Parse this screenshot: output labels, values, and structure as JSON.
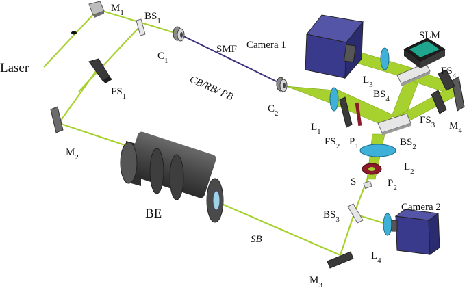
{
  "colors": {
    "beam": "#a6d12f",
    "beam_dark": "#7ea51c",
    "fiber": "#3d2f7a",
    "camera_body": "#3a3a8c",
    "camera_face": "#2a2a66",
    "lens": "#3fb0d8",
    "mirror_gray": "#7d7d7d",
    "polarizer": "#8b1a2b",
    "slm_screen": "#1fa58e"
  },
  "labels": {
    "laser": "Laser",
    "m1": {
      "base": "M",
      "sub": "1"
    },
    "m2": {
      "base": "M",
      "sub": "2"
    },
    "m3": {
      "base": "M",
      "sub": "3"
    },
    "m4": {
      "base": "M",
      "sub": "4"
    },
    "bs1": {
      "base": "BS",
      "sub": "1"
    },
    "bs2": {
      "base": "BS",
      "sub": "2"
    },
    "bs3": {
      "base": "BS",
      "sub": "3"
    },
    "bs4": {
      "base": "BS",
      "sub": "4"
    },
    "fs1": {
      "base": "FS",
      "sub": "1"
    },
    "fs2": {
      "base": "FS",
      "sub": "2"
    },
    "fs3": {
      "base": "FS",
      "sub": "3"
    },
    "fs4": {
      "base": "FS",
      "sub": "4"
    },
    "c1": {
      "base": "C",
      "sub": "1"
    },
    "c2": {
      "base": "C",
      "sub": "2"
    },
    "l1": {
      "base": "L",
      "sub": "1"
    },
    "l2": {
      "base": "L",
      "sub": "2"
    },
    "l3": {
      "base": "L",
      "sub": "3"
    },
    "l4": {
      "base": "L",
      "sub": "4"
    },
    "p1": {
      "base": "P",
      "sub": "1"
    },
    "p2": {
      "base": "P",
      "sub": "2"
    },
    "smf": "SMF",
    "fiber_modes": "CB/RB/ PB",
    "camera1": "Camera 1",
    "camera2": "Camera 2",
    "slm": "SLM",
    "be": "BE",
    "sb": "SB",
    "s": "S"
  }
}
